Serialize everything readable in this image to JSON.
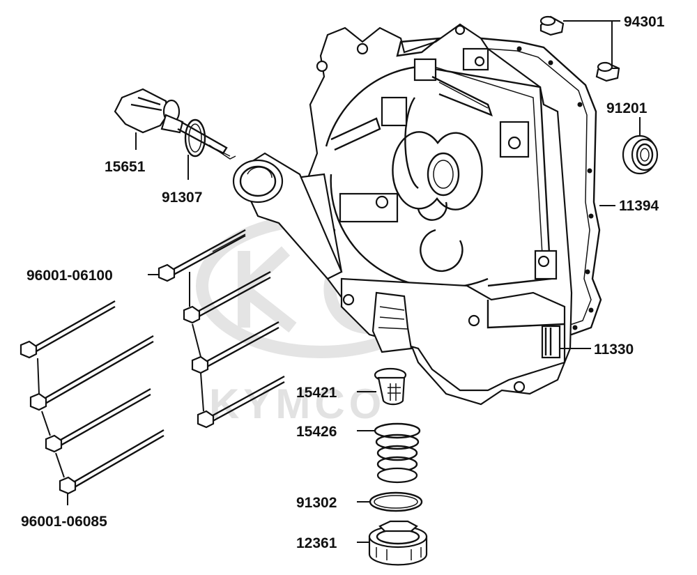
{
  "watermark": {
    "text": "KYMCO"
  },
  "labels": {
    "p94301": "94301",
    "p91201": "91201",
    "p11394": "11394",
    "p11330": "11330",
    "p15651": "15651",
    "p91307": "91307",
    "p96001_06100": "96001-06100",
    "p96001_06085": "96001-06085",
    "p15421": "15421",
    "p15426": "15426",
    "p91302": "91302",
    "p12361": "12361"
  }
}
